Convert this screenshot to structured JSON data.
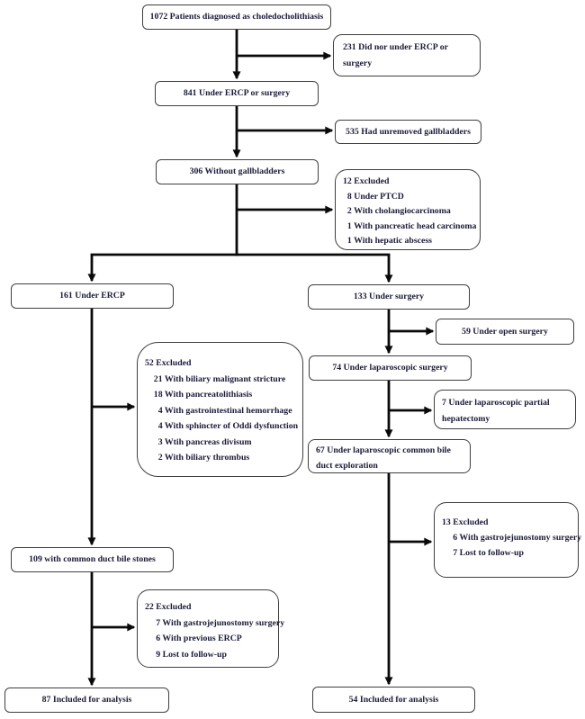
{
  "figure": {
    "background": "#ffffff",
    "line_color": "#0a0a0a",
    "border_color": "#3f3f3f",
    "text_color": "#1a1a38"
  },
  "nodes": {
    "diagnosed": {
      "text": "1072 Patients diagnosed as choledocholithiasis"
    },
    "no_ercp_surgery": {
      "lines": [
        "231 Did nor under ERCP or",
        "surgery"
      ]
    },
    "under_ercp_or_surgery": {
      "text": "841 Under ERCP or surgery"
    },
    "unremoved_gallbladders": {
      "text": "535 Had unremoved gallbladders"
    },
    "without_gallbladders": {
      "text": "306 Without gallbladders"
    },
    "excluded_12": {
      "lines": [
        "12 Excluded",
        "  8 Under PTCD",
        "  2 With cholangiocarcinoma",
        "  1 With pancreatic head carcinoma",
        "  1 With hepatic abscess"
      ]
    },
    "under_ercp": {
      "text": "161 Under ERCP"
    },
    "under_surgery": {
      "text": "133 Under surgery"
    },
    "open_surgery": {
      "text": "59 Under open surgery"
    },
    "laparoscopic_surgery": {
      "text": "74 Under laparoscopic surgery"
    },
    "partial_hepatectomy": {
      "lines": [
        "7 Under laparoscopic partial",
        "hepatectomy"
      ]
    },
    "excluded_52": {
      "lines": [
        "52 Excluded",
        "    21 With biliary malignant stricture",
        "    18 With pancreatolithiasis",
        "      4 With gastrointestinal hemorrhage",
        "      4 With sphincter of Oddi dysfunction",
        "      3 Wtih pancreas divisum",
        "      2 With biliary thrombus"
      ]
    },
    "cbd_exploration": {
      "lines": [
        "67 Under laparoscopic common bile",
        "duct exploration"
      ]
    },
    "excluded_13": {
      "lines": [
        "13 Excluded",
        "     6 With gastrojejunostomy surgery",
        "     7 Lost to follow-up"
      ]
    },
    "common_duct_stones": {
      "text": "109 with common duct bile stones"
    },
    "excluded_22": {
      "lines": [
        "22 Excluded",
        "     7 With gastrojejunostomy surgery",
        "     6 With previous ERCP",
        "     9 Lost to follow-up"
      ]
    },
    "analysis_left": {
      "text": "87 Included for analysis"
    },
    "analysis_right": {
      "text": "54 Included for analysis"
    }
  }
}
